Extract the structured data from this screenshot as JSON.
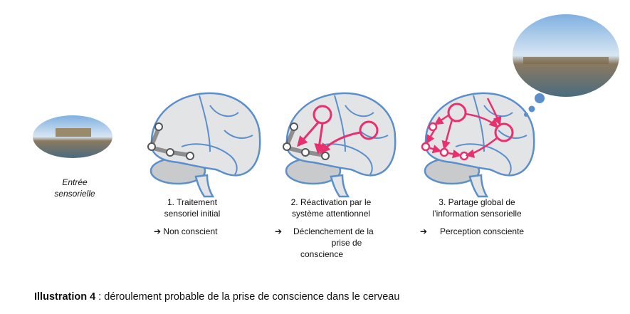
{
  "input_label": [
    "Entrée",
    "sensorielle"
  ],
  "stages": [
    {
      "title": [
        "1. Traitement",
        "sensoriel initial"
      ],
      "arrow": "➔",
      "result": "Non conscient"
    },
    {
      "title": [
        "2. Réactivation par le",
        "système attentionnel"
      ],
      "arrow": "➔",
      "result": [
        "Déclenchement de la",
        "prise de",
        "conscience"
      ]
    },
    {
      "title": [
        "3. Partage global de",
        "l’information sensorielle"
      ],
      "arrow": "➔",
      "result": "Perception consciente"
    }
  ],
  "caption": {
    "label": "Illustration 4",
    "text": " : déroulement probable de la prise de conscience dans le cerveau"
  },
  "colors": {
    "brain_outline": "#5b8fcc",
    "brain_fill": "#e3e4e6",
    "active": "#e8306e",
    "node": "#555555"
  }
}
